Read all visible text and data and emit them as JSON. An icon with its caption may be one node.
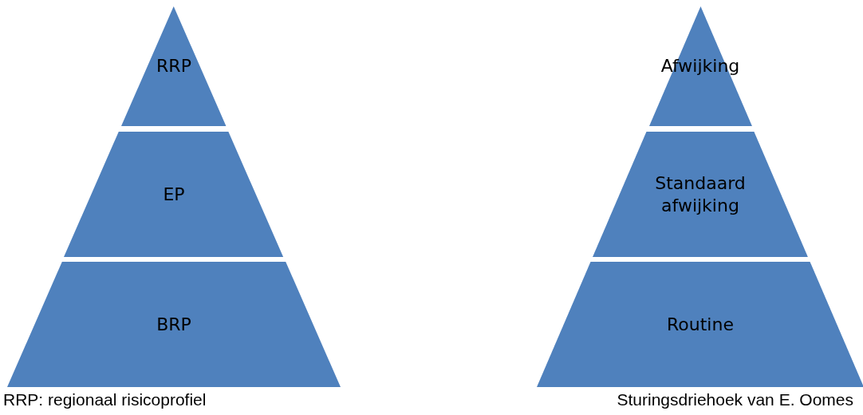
{
  "diagram": {
    "nodes": [
      {
        "text": [
          "RRP"
        ]
      },
      {
        "text": [
          "EP"
        ]
      },
      {
        "text": [
          "BRP"
        ]
      },
      {
        "text": [
          "Afwijking"
        ]
      },
      {
        "text": [
          "Standaard afwijking"
        ]
      },
      {
        "text": [
          "Routine"
        ]
      }
    ],
    "labels": [
      "RRP: regionaal risicoprofiel",
      "Sturingsdriehoek van E. Oomes"
    ]
  }
}
